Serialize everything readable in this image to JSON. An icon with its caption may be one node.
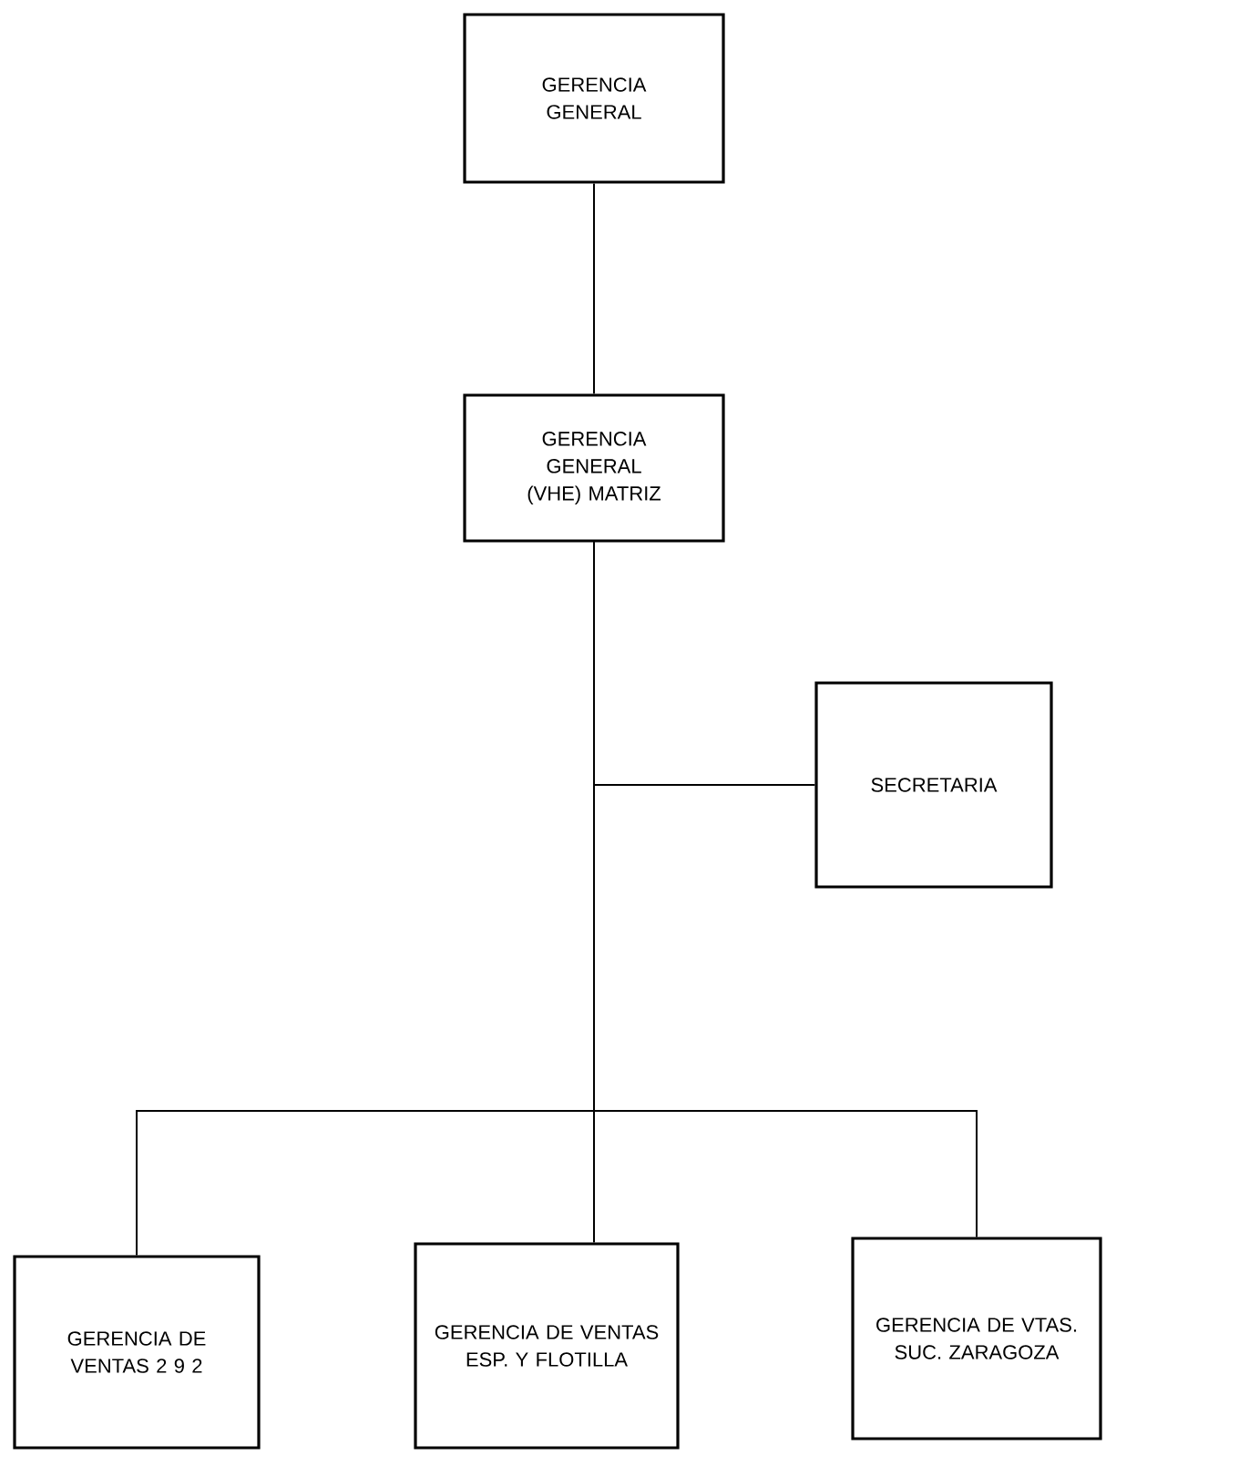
{
  "diagram": {
    "nodes": [
      {
        "text": [
          "GERENCIA GENERAL"
        ]
      },
      {
        "text": [
          "GERENCIA GENERAL (VHE) MATRIZ"
        ]
      },
      {
        "text": [
          "SECRETARIA"
        ]
      },
      {
        "text": [
          "GERENCIA DE VENTAS 2 9 2"
        ]
      },
      {
        "text": [
          "GERENCIA DE VENTAS ESP. Y FLOTILLA"
        ]
      },
      {
        "text": [
          "GERENCIA DE VTAS. SUC. ZARAGOZA"
        ]
      }
    ],
    "edges": [
      {
        "from": 0,
        "to": 1,
        "arrow": "none"
      },
      {
        "from": 1,
        "to": 2,
        "arrow": "none"
      },
      {
        "from": 1,
        "to": 3,
        "arrow": "none"
      },
      {
        "from": 1,
        "to": 4,
        "arrow": "none"
      },
      {
        "from": 1,
        "to": 5,
        "arrow": "none"
      }
    ]
  }
}
